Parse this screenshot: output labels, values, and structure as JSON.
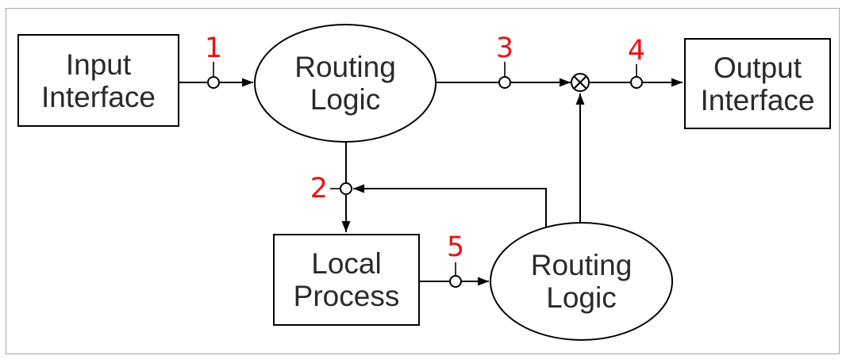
{
  "diagram": {
    "type": "flow-diagram",
    "description": "Packet flow through a routing node: input interface feeds routing logic which forwards either to the output interface or to a local process; a second routing logic stage feeds back to the local-process path and merges into the output path.",
    "colors": {
      "connector": "#000000",
      "shape_stroke": "#000000",
      "shape_fill": "#ffffff",
      "text": "#2a2a2a",
      "marker_accent": "#ee1111",
      "frame_border": "#a8a8a8",
      "background": "#ffffff"
    },
    "nodes": [
      {
        "id": "input-interface",
        "shape": "rectangle",
        "label": "Input Interface"
      },
      {
        "id": "routing-logic-top",
        "shape": "ellipse",
        "label": "Routing Logic"
      },
      {
        "id": "output-interface",
        "shape": "rectangle",
        "label": "Output Interface"
      },
      {
        "id": "local-process",
        "shape": "rectangle",
        "label": "Local Process"
      },
      {
        "id": "routing-logic-bottom",
        "shape": "ellipse",
        "label": "Routing Logic"
      }
    ],
    "junction": {
      "id": "merge-junction",
      "symbol": "circled-times",
      "meaning": "merge point before output interface"
    },
    "markers": [
      {
        "label": "1",
        "at": "edge input-interface to routing-logic-top"
      },
      {
        "label": "2",
        "at": "edge routing-logic-top to local-process, joined by feedback from routing-logic-bottom"
      },
      {
        "label": "3",
        "at": "edge routing-logic-top to merge-junction"
      },
      {
        "label": "4",
        "at": "edge merge-junction to output-interface"
      },
      {
        "label": "5",
        "at": "edge local-process to routing-logic-bottom"
      }
    ],
    "edges": [
      {
        "from": "input-interface",
        "to": "routing-logic-top",
        "marker": "1"
      },
      {
        "from": "routing-logic-top",
        "to": "merge-junction",
        "marker": "3"
      },
      {
        "from": "merge-junction",
        "to": "output-interface",
        "marker": "4"
      },
      {
        "from": "routing-logic-top",
        "to": "local-process",
        "marker": "2"
      },
      {
        "from": "routing-logic-bottom",
        "to": "marker-2-junction",
        "marker": ""
      },
      {
        "from": "routing-logic-bottom",
        "to": "merge-junction",
        "marker": ""
      },
      {
        "from": "local-process",
        "to": "routing-logic-bottom",
        "marker": "5"
      }
    ]
  }
}
